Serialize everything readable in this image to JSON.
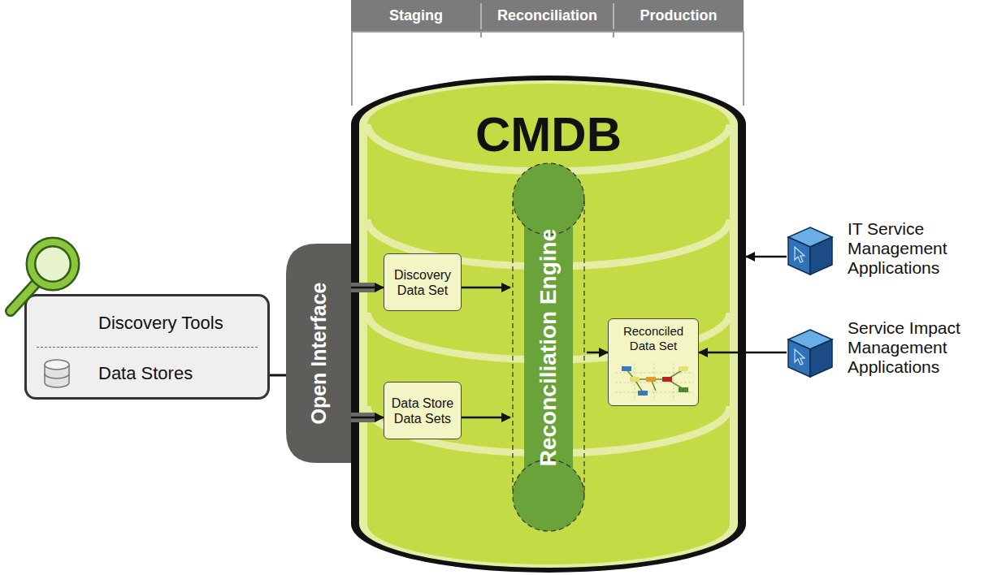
{
  "diagram": {
    "nodes": [
      {
        "text": [
          "Discovery Tools",
          "Data Stores"
        ]
      },
      {
        "text": [
          "Open Interface"
        ]
      },
      {
        "text": [
          "CMDB"
        ]
      },
      {
        "text": [
          "Discovery Data Set"
        ],
        "in": 2
      },
      {
        "text": [
          "Data Store Data Sets"
        ],
        "in": 2
      },
      {
        "text": [
          "Reconciliation Engine"
        ],
        "in": 2
      },
      {
        "text": [
          "Reconciled Data Set"
        ],
        "in": 2
      },
      {
        "text": [
          "IT Service Management Applications"
        ]
      },
      {
        "text": [
          "Service Impact Management Applications"
        ]
      }
    ],
    "edges": [
      {
        "from": 0,
        "to": 1,
        "arrow": "none"
      },
      {
        "from": 1,
        "to": 3,
        "arrow": "to"
      },
      {
        "from": 1,
        "to": 4,
        "arrow": "to"
      },
      {
        "from": 3,
        "to": 5,
        "arrow": "to"
      },
      {
        "from": 4,
        "to": 5,
        "arrow": "to"
      },
      {
        "from": 5,
        "to": 6,
        "arrow": "to"
      },
      {
        "from": 7,
        "to": 2,
        "arrow": "to"
      },
      {
        "from": 8,
        "to": 6,
        "arrow": "to"
      }
    ],
    "labels": [
      "Staging",
      "Reconciliation",
      "Production"
    ]
  }
}
